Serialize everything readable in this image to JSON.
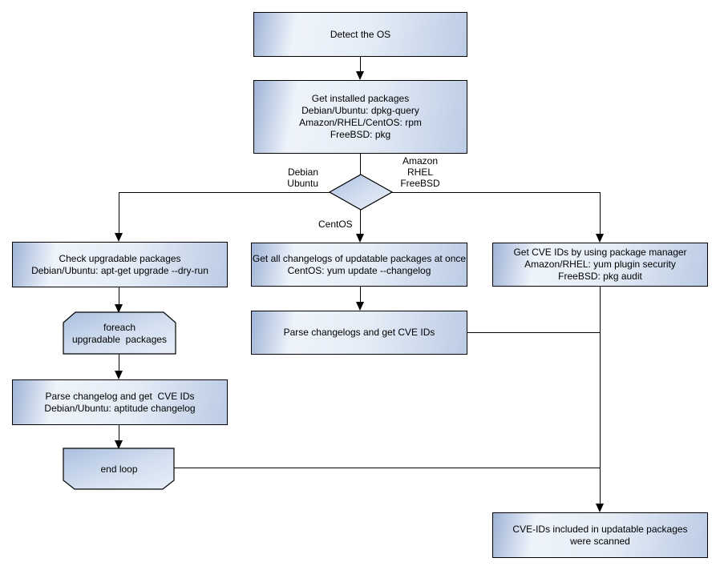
{
  "nodes": {
    "detect_os": {
      "lines": [
        "Detect the OS"
      ]
    },
    "get_installed": {
      "lines": [
        "Get installed packages",
        "Debian/Ubuntu: dpkg-query",
        "Amazon/RHEL/CentOS: rpm",
        "FreeBSD: pkg"
      ]
    },
    "check_upgradable": {
      "lines": [
        "Check upgradable packages",
        "Debian/Ubuntu: apt-get upgrade --dry-run"
      ]
    },
    "foreach_loop": {
      "lines": [
        "foreach",
        "upgradable  packages"
      ]
    },
    "parse_changelog": {
      "lines": [
        "Parse changelog and get  CVE IDs",
        "Debian/Ubuntu: aptitude changelog"
      ]
    },
    "end_loop": {
      "lines": [
        "end loop"
      ]
    },
    "get_changelogs_once": {
      "lines": [
        "Get all changelogs of updatable packages at once",
        "CentOS: yum update --changelog"
      ]
    },
    "parse_changelogs": {
      "lines": [
        "Parse changelogs and get CVE IDs"
      ]
    },
    "get_cve_pkg_manager": {
      "lines": [
        "Get CVE IDs by using package manager",
        "Amazon/RHEL: yum plugin security",
        "FreeBSD: pkg audit"
      ]
    },
    "scan_result": {
      "lines": [
        "CVE-IDs included in updatable packages",
        "were scanned"
      ]
    }
  },
  "edge_labels": {
    "debian_ubuntu": [
      "Debian",
      "Ubuntu"
    ],
    "amazon_rhel_freebsd": [
      "Amazon",
      "RHEL",
      "FreeBSD"
    ],
    "centos": "CentOS"
  },
  "colors": {
    "background": "#ffffff",
    "node_border": "#000000",
    "node_gradient_dark": "#9fb3d6",
    "node_gradient_light": "#eff4fb",
    "node_gradient_end": "#bccce5",
    "connector": "#000000",
    "text": "#000000"
  }
}
